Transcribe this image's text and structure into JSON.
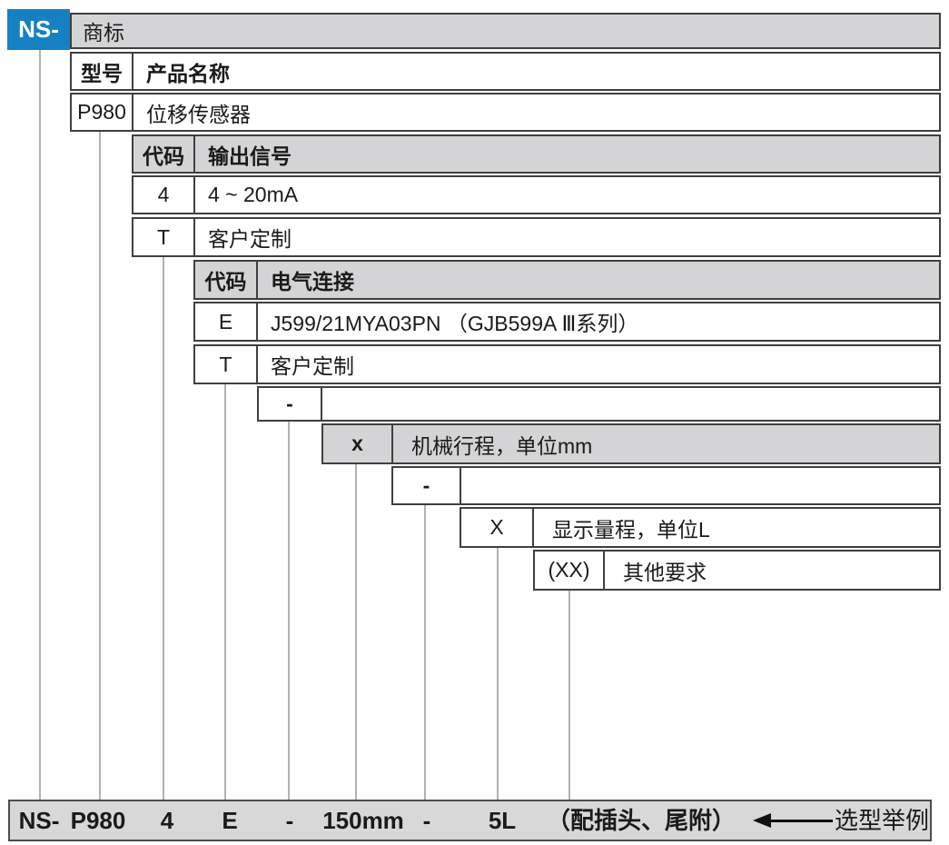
{
  "brand": {
    "prefix": "NS-",
    "trademark_label": "商标"
  },
  "model_table": {
    "headers": [
      "型号",
      "产品名称"
    ],
    "rows": [
      [
        "P980",
        "位移传感器"
      ]
    ]
  },
  "output_signal_table": {
    "headers": [
      "代码",
      "输出信号"
    ],
    "rows": [
      [
        "4",
        "4 ~ 20mA"
      ],
      [
        "T",
        "客户定制"
      ]
    ]
  },
  "electrical_table": {
    "headers": [
      "代码",
      "电气连接"
    ],
    "rows": [
      [
        "E",
        "J599/21MYA03PN （GJB599A Ⅲ系列）"
      ],
      [
        "T",
        "客户定制"
      ]
    ]
  },
  "separator1": "-",
  "stroke_row": {
    "code": "x",
    "label": "机械行程，单位mm"
  },
  "separator2": "-",
  "range_row": {
    "code": "X",
    "label": "显示量程，单位L"
  },
  "other_row": {
    "code": "(XX)",
    "label": "其他要求"
  },
  "example": {
    "parts": [
      "NS-",
      "P980",
      "4",
      "E",
      "-",
      "150mm",
      "-",
      "5L",
      "（配插头、尾附）"
    ],
    "caption": "选型举例"
  },
  "colors": {
    "brand_blue": "#1581c2",
    "header_gray": "#d4d4d6",
    "bar_gray": "#d8d8d8",
    "border_dark": "#3f3f3f",
    "connector_gray": "#b0b0b6"
  }
}
